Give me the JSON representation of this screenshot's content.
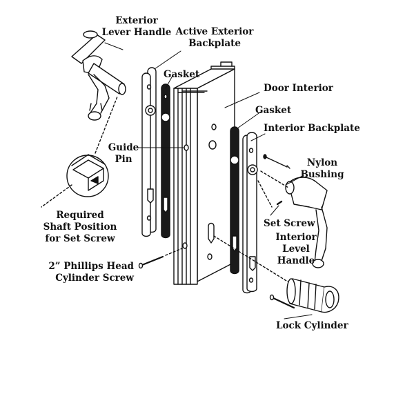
{
  "labels": {
    "exterior_lever_handle": [
      "Exterior",
      "Lever Handle"
    ],
    "active_exterior_backplate": [
      "Active Exterior",
      "Backplate"
    ],
    "gasket_left": "Gasket",
    "door_interior": "Door Interior",
    "gasket_right": "Gasket",
    "interior_backplate": "Interior Backplate",
    "guide_pin": [
      "Guide",
      "Pin"
    ],
    "nylon_bushing": [
      "Nylon",
      "Bushing"
    ],
    "required_shaft_position": [
      "Required",
      "Shaft Position",
      "for Set Screw"
    ],
    "set_screw": "Set Screw",
    "interior_lever_handle": [
      "Interior",
      "Level",
      "Handle"
    ],
    "phillips_head_cylinder_screw": [
      "2” Phillips Head",
      "Cylinder Screw"
    ],
    "lock_cylinder": "Lock Cylinder"
  },
  "colors": {
    "ink": "#111111",
    "paper": "#ffffff",
    "gasket": "#1a1a1a"
  }
}
